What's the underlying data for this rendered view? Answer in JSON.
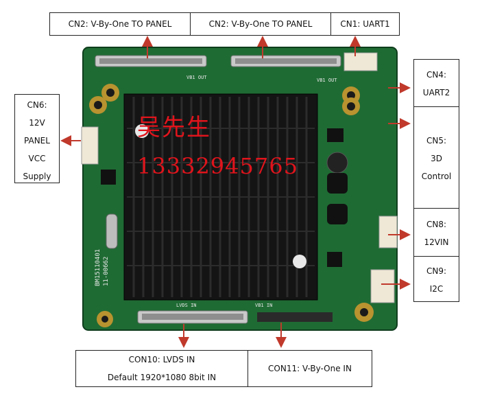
{
  "labels": {
    "cn2_a": "CN2: V-By-One TO PANEL",
    "cn2_b": "CN2: V-By-One TO PANEL",
    "cn1": "CN1: UART1",
    "cn6": [
      "CN6:",
      "12V",
      "PANEL",
      "VCC",
      "Supply"
    ],
    "cn4": [
      "CN4:",
      "UART2"
    ],
    "cn5": [
      "CN5:",
      "3D",
      "Control"
    ],
    "cn8": [
      "CN8:",
      "12VIN"
    ],
    "cn9": [
      "CN9:",
      "I2C"
    ],
    "con10": [
      "CON10: LVDS IN",
      "Default 1920*1080 8bit IN"
    ],
    "con11": "CON11: V-By-One IN"
  },
  "overlay": {
    "name": "吴先生",
    "phone": "13332945765"
  },
  "board_print": {
    "part_number": "BM15110401",
    "part_number_2": "11-00662",
    "vb1_out_1": "VB1 OUT",
    "vb1_out_2": "VB1 OUT",
    "lvds_in": "LVDS IN",
    "vb1_in": "VB1 IN"
  },
  "colors": {
    "board": "#1f6b34",
    "heatsink": "#141414",
    "arrow": "#c0392b",
    "overlay_text": "#e0141c"
  }
}
